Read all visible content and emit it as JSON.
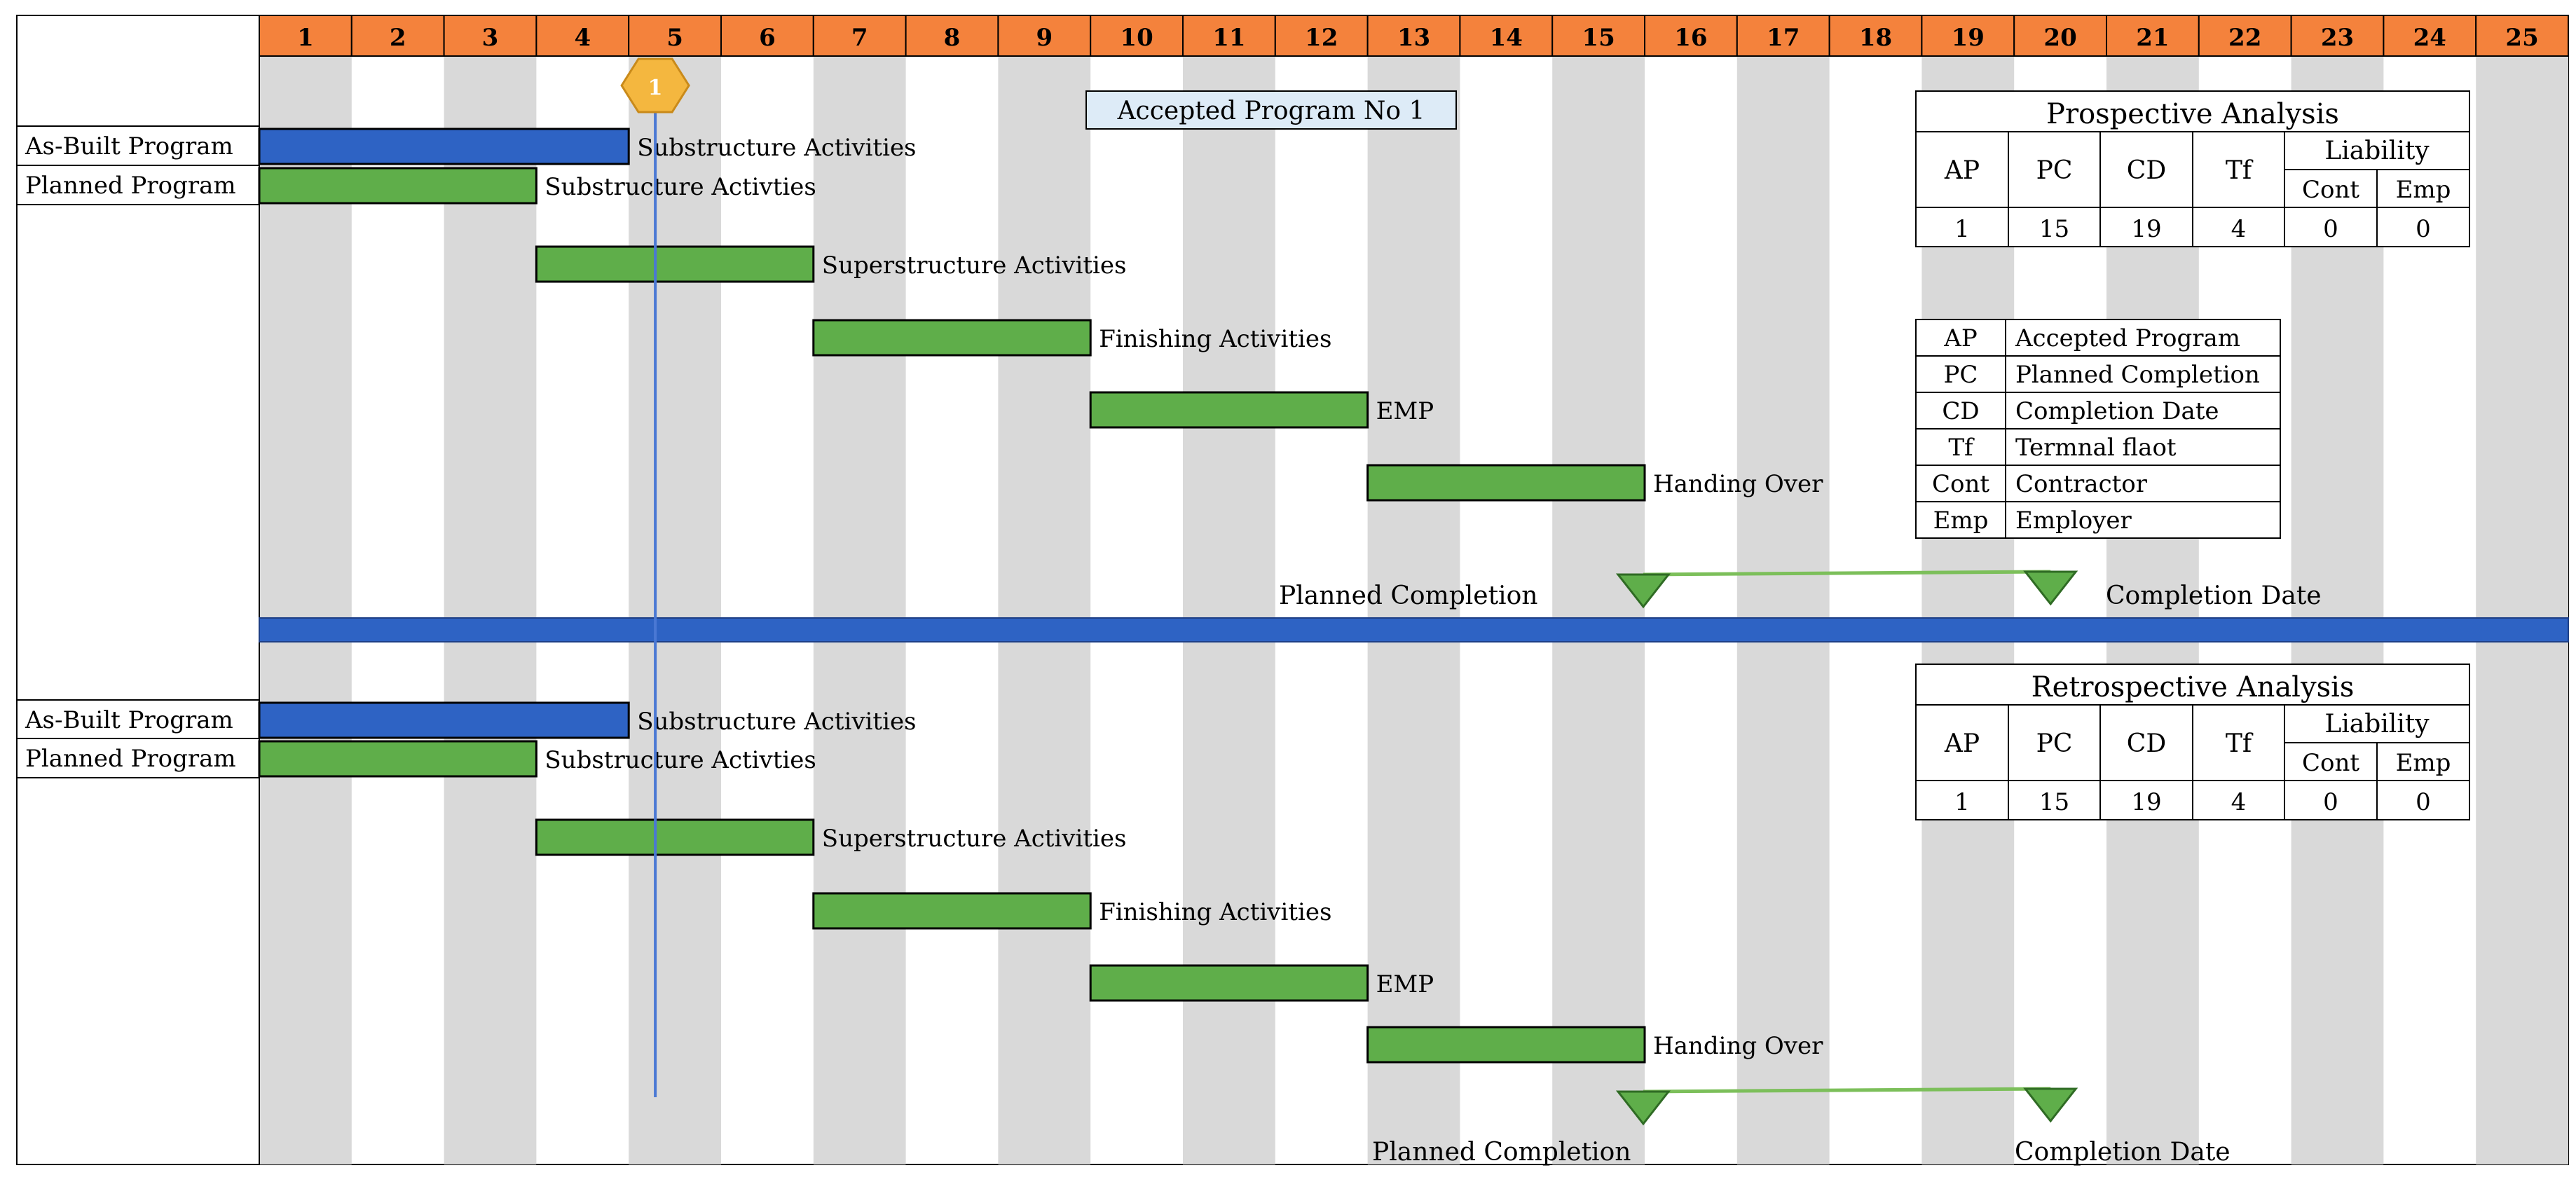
{
  "timeline": {
    "columns": [
      "1",
      "2",
      "3",
      "4",
      "5",
      "6",
      "7",
      "8",
      "9",
      "10",
      "11",
      "12",
      "13",
      "14",
      "15",
      "16",
      "17",
      "18",
      "19",
      "20",
      "21",
      "22",
      "23",
      "24",
      "25"
    ],
    "header_color": "#F4823C",
    "stripe_color": "#D9D9D9"
  },
  "marker": {
    "label": "1",
    "at_week": 4.5,
    "color": "#F4B73F"
  },
  "accepted_program_label": "Accepted Program No 1",
  "colors": {
    "as_built": "#2E63C4",
    "planned": "#5FAE4A",
    "progress_line": "#4A78D4",
    "separator": "#2E63C4"
  },
  "sections": [
    {
      "row_labels": [
        "As-Built Program",
        "Planned Program"
      ],
      "bars": [
        {
          "type": "as_built",
          "start": 0,
          "end": 4,
          "label": "Substructure Activities"
        },
        {
          "type": "planned",
          "start": 0,
          "end": 3,
          "label": "Substructure Activties"
        },
        {
          "type": "planned",
          "start": 3,
          "end": 6,
          "label": "Superstructure Activities"
        },
        {
          "type": "planned",
          "start": 6,
          "end": 9,
          "label": "Finishing Activities"
        },
        {
          "type": "planned",
          "start": 9,
          "end": 12,
          "label": "EMP"
        },
        {
          "type": "planned",
          "start": 12,
          "end": 15,
          "label": "Handing Over"
        }
      ],
      "milestones": {
        "planned_completion_label": "Planned Completion",
        "planned_week": 15,
        "completion_date_label": "Completion Date",
        "completion_week": 19
      },
      "analysis": {
        "title": "Prospective Analysis",
        "headers": [
          "AP",
          "PC",
          "CD",
          "Tf"
        ],
        "liability_header": "Liability",
        "liability_sub": [
          "Cont",
          "Emp"
        ],
        "values": [
          "1",
          "15",
          "19",
          "4",
          "0",
          "0"
        ]
      }
    },
    {
      "row_labels": [
        "As-Built Program",
        "Planned Program"
      ],
      "bars": [
        {
          "type": "as_built",
          "start": 0,
          "end": 4,
          "label": "Substructure Activities"
        },
        {
          "type": "planned",
          "start": 0,
          "end": 3,
          "label": "Substructure Activties"
        },
        {
          "type": "planned",
          "start": 3,
          "end": 6,
          "label": "Superstructure Activities"
        },
        {
          "type": "planned",
          "start": 6,
          "end": 9,
          "label": "Finishing Activities"
        },
        {
          "type": "planned",
          "start": 9,
          "end": 12,
          "label": "EMP"
        },
        {
          "type": "planned",
          "start": 12,
          "end": 15,
          "label": "Handing Over"
        }
      ],
      "milestones": {
        "planned_completion_label": "Planned Completion",
        "planned_week": 15,
        "completion_date_label": "Completion Date",
        "completion_week": 19
      },
      "analysis": {
        "title": "Retrospective Analysis",
        "headers": [
          "AP",
          "PC",
          "CD",
          "Tf"
        ],
        "liability_header": "Liability",
        "liability_sub": [
          "Cont",
          "Emp"
        ],
        "values": [
          "1",
          "15",
          "19",
          "4",
          "0",
          "0"
        ]
      }
    }
  ],
  "legend": [
    {
      "abbr": "AP",
      "meaning": "Accepted Program"
    },
    {
      "abbr": "PC",
      "meaning": "Planned Completion"
    },
    {
      "abbr": "CD",
      "meaning": "Completion Date"
    },
    {
      "abbr": "Tf",
      "meaning": "Termnal flaot"
    },
    {
      "abbr": "Cont",
      "meaning": "Contractor"
    },
    {
      "abbr": "Emp",
      "meaning": "Employer"
    }
  ]
}
